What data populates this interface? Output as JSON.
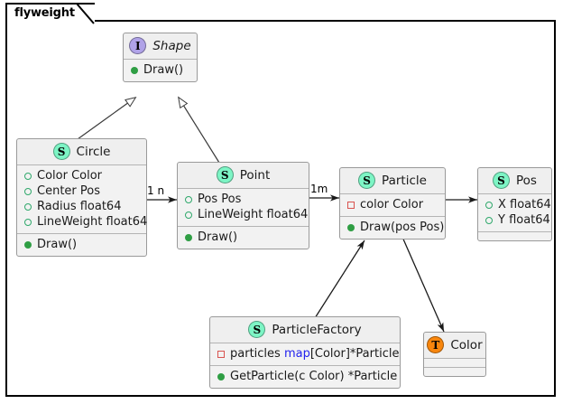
{
  "package": {
    "tab_label": "flyweight"
  },
  "nodes": [
    {
      "id": "shape",
      "name": "Shape",
      "stereotype_icon": "interface-badge",
      "stereotype_letter": "I",
      "kind": "interface",
      "fields": [],
      "methods": [
        {
          "label": "Draw()",
          "marker": "public-method"
        }
      ]
    },
    {
      "id": "circle",
      "name": "Circle",
      "stereotype_icon": "struct-badge",
      "stereotype_letter": "S",
      "kind": "struct",
      "fields": [
        {
          "label": "Color Color",
          "marker": "public-field"
        },
        {
          "label": "Center Pos",
          "marker": "public-field"
        },
        {
          "label": "Radius float64",
          "marker": "public-field"
        },
        {
          "label": "LineWeight float64",
          "marker": "public-field"
        }
      ],
      "methods": [
        {
          "label": "Draw()",
          "marker": "public-method"
        }
      ]
    },
    {
      "id": "point",
      "name": "Point",
      "stereotype_icon": "struct-badge",
      "stereotype_letter": "S",
      "kind": "struct",
      "fields": [
        {
          "label": "Pos Pos",
          "marker": "public-field"
        },
        {
          "label": "LineWeight float64",
          "marker": "public-field"
        }
      ],
      "methods": [
        {
          "label": "Draw()",
          "marker": "public-method"
        }
      ]
    },
    {
      "id": "particle",
      "name": "Particle",
      "stereotype_icon": "struct-badge",
      "stereotype_letter": "S",
      "kind": "struct",
      "fields": [
        {
          "label": "color Color",
          "marker": "private-field"
        }
      ],
      "methods": [
        {
          "label": "Draw(pos Pos)",
          "marker": "public-method"
        }
      ]
    },
    {
      "id": "pos",
      "name": "Pos",
      "stereotype_icon": "struct-badge",
      "stereotype_letter": "S",
      "kind": "struct",
      "fields": [
        {
          "label": "X float64",
          "marker": "public-field"
        },
        {
          "label": "Y float64",
          "marker": "public-field"
        }
      ],
      "methods": []
    },
    {
      "id": "particlefactory",
      "name": "ParticleFactory",
      "stereotype_icon": "struct-badge",
      "stereotype_letter": "S",
      "kind": "struct",
      "fields": [
        {
          "label": "particles map[Color]*Particle",
          "marker": "private-field",
          "keyword": "map",
          "prefix": "particles ",
          "suffix": "[Color]*Particle"
        }
      ],
      "methods": [
        {
          "label": "GetParticle(c Color) *Particle",
          "marker": "public-method"
        }
      ]
    },
    {
      "id": "color",
      "name": "Color",
      "stereotype_icon": "type-badge",
      "stereotype_letter": "T",
      "kind": "type",
      "fields": [],
      "methods": []
    }
  ],
  "edges": [
    {
      "from": "circle",
      "to": "shape",
      "type": "inheritance",
      "label": ""
    },
    {
      "from": "point",
      "to": "shape",
      "type": "inheritance",
      "label": ""
    },
    {
      "from": "circle",
      "to": "point",
      "type": "association",
      "label": "1 n"
    },
    {
      "from": "point",
      "to": "particle",
      "type": "association",
      "label": "1m"
    },
    {
      "from": "particle",
      "to": "pos",
      "type": "association",
      "label": ""
    },
    {
      "from": "particlefactory",
      "to": "particle",
      "type": "association",
      "label": ""
    },
    {
      "from": "particlefactory",
      "to": "color",
      "type": "association",
      "label": ""
    }
  ],
  "colors": {
    "struct_badge": "#7df5c5",
    "interface_badge": "#b0a3e8",
    "type_badge": "#f8860d",
    "public_marker": "#2f9e44",
    "private_marker": "#d9534f",
    "keyword": "#2222ee",
    "node_fill": "#efefef",
    "node_border": "#9a9a9a",
    "frame_border": "#000000"
  }
}
